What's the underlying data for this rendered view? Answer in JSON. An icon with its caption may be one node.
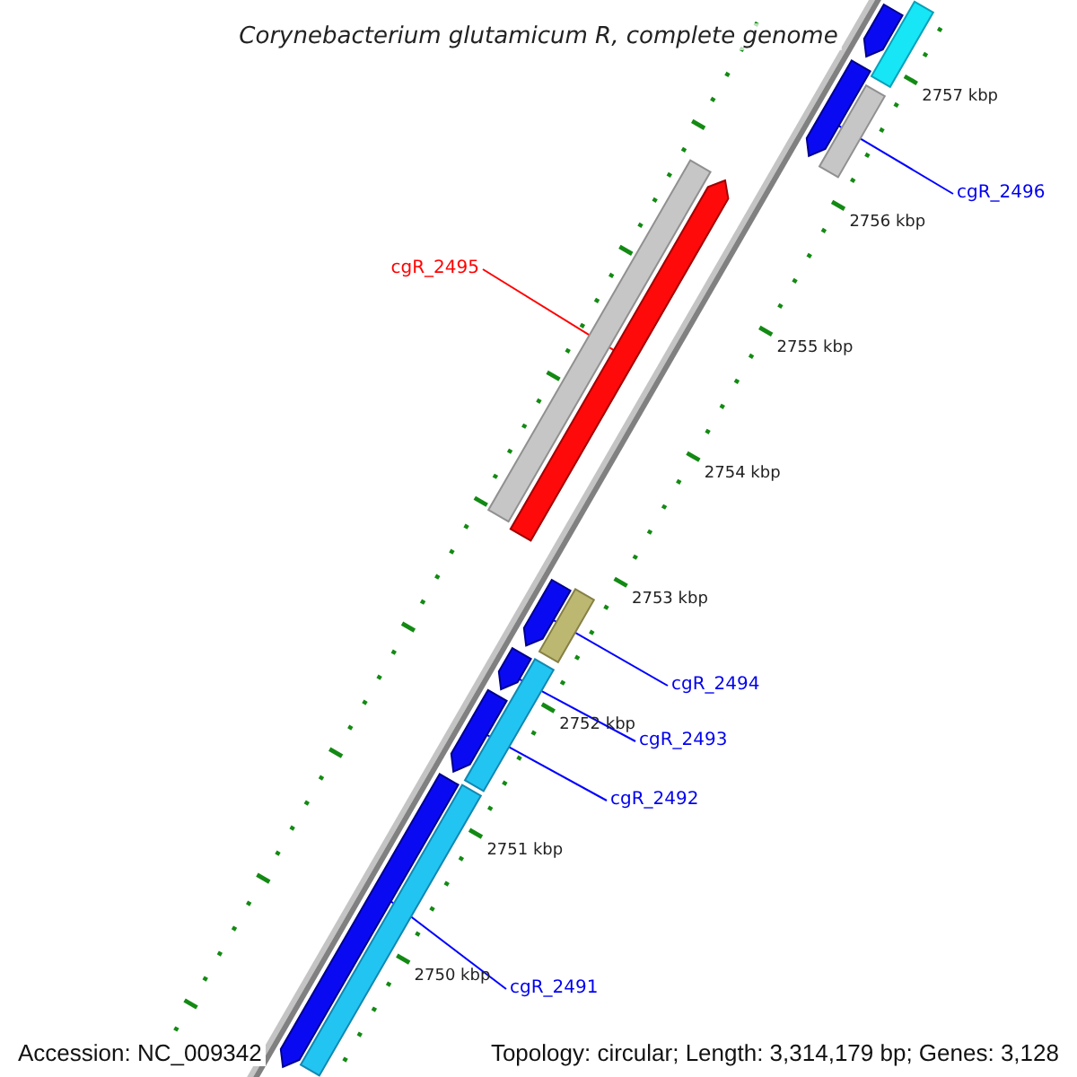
{
  "diagram": {
    "title": "Corynebacterium glutamicum R, complete genome",
    "nodes": [
      {
        "text": [
          "cgR_2496"
        ]
      },
      {
        "text": [],
        "shape": "arrow"
      },
      {
        "text": [],
        "shape": "bar"
      },
      {
        "text": [],
        "shape": "arrow"
      },
      {
        "text": [],
        "shape": "bar"
      },
      {
        "text": [
          "cgR_2495"
        ]
      },
      {
        "text": [],
        "shape": "bar"
      },
      {
        "text": [],
        "shape": "arrow"
      },
      {
        "text": [],
        "shape": "arrow"
      },
      {
        "text": [],
        "shape": "bar"
      },
      {
        "text": [
          "cgR_2494"
        ]
      },
      {
        "text": [],
        "shape": "arrow"
      },
      {
        "text": [
          "cgR_2493"
        ]
      },
      {
        "text": [],
        "shape": "bar"
      },
      {
        "text": [],
        "shape": "arrow"
      },
      {
        "text": [
          "cgR_2492"
        ]
      },
      {
        "text": [],
        "shape": "bar"
      },
      {
        "text": [],
        "shape": "arrow"
      },
      {
        "text": [
          "cgR_2491"
        ]
      }
    ],
    "edges": [
      {
        "from": 0,
        "to": 3,
        "arrow": "none"
      },
      {
        "from": 5,
        "to": 7,
        "arrow": "none",
        "color": "#ff0000"
      },
      {
        "from": 10,
        "to": 8,
        "arrow": "none"
      },
      {
        "from": 12,
        "to": 11,
        "arrow": "none"
      },
      {
        "from": 15,
        "to": 14,
        "arrow": "none"
      },
      {
        "from": 18,
        "to": 17,
        "arrow": "none"
      }
    ],
    "labels": [
      "2757 kbp",
      "2756 kbp",
      "2755 kbp",
      "2754 kbp",
      "2753 kbp",
      "2752 kbp",
      "2751 kbp",
      "2750 kbp",
      "Accession: NC_009342",
      "Topology: circular; Length: 3,314,179 bp; Genes: 3,128"
    ]
  }
}
